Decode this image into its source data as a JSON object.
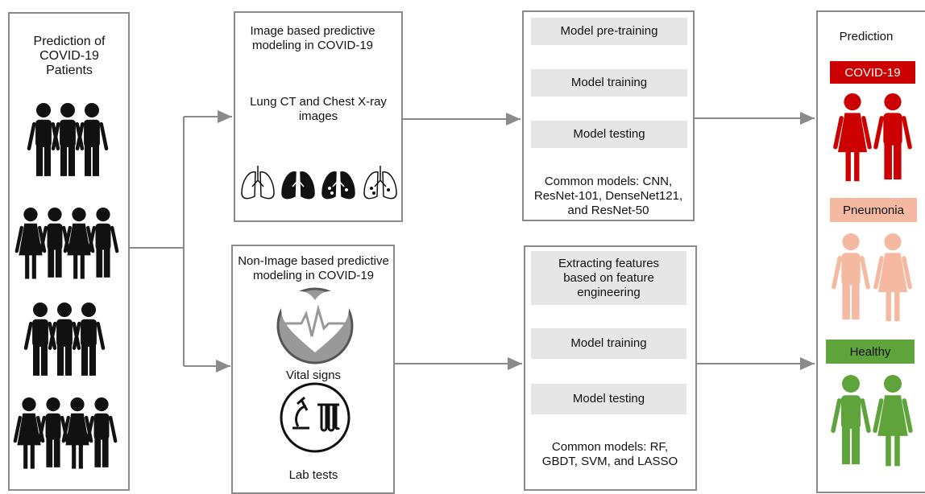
{
  "patients": {
    "title": "Prediction of COVID-19 Patients"
  },
  "image_based": {
    "title": "Image based predictive modeling in COVID-19",
    "subtitle": "Lung CT and Chest X-ray images"
  },
  "image_model": {
    "steps": [
      "Model pre-training",
      "Model training",
      "Model testing"
    ],
    "common": "Common models: CNN, ResNet-101, DenseNet121, and ResNet-50"
  },
  "non_image_based": {
    "title": "Non-Image based predictive modeling in COVID-19",
    "vital": "Vital signs",
    "lab": "Lab tests"
  },
  "non_image_model": {
    "steps": [
      "Extracting features based on feature engineering",
      "Model training",
      "Model testing"
    ],
    "common": "Common models: RF, GBDT, SVM, and LASSO"
  },
  "prediction": {
    "title": "Prediction",
    "classes": [
      {
        "label": "COVID-19",
        "color": "#cc0000",
        "text_color": "#ffffff"
      },
      {
        "label": "Pneumonia",
        "color": "#f4b9a0",
        "text_color": "#111111"
      },
      {
        "label": "Healthy",
        "color": "#5ea43a",
        "text_color": "#111111"
      }
    ]
  },
  "icons": {
    "people": "people-group-icon",
    "lungs": "lungs-icon",
    "heart": "heartbeat-icon",
    "lab": "microscope-test-tubes-icon",
    "person": "person-icon"
  }
}
